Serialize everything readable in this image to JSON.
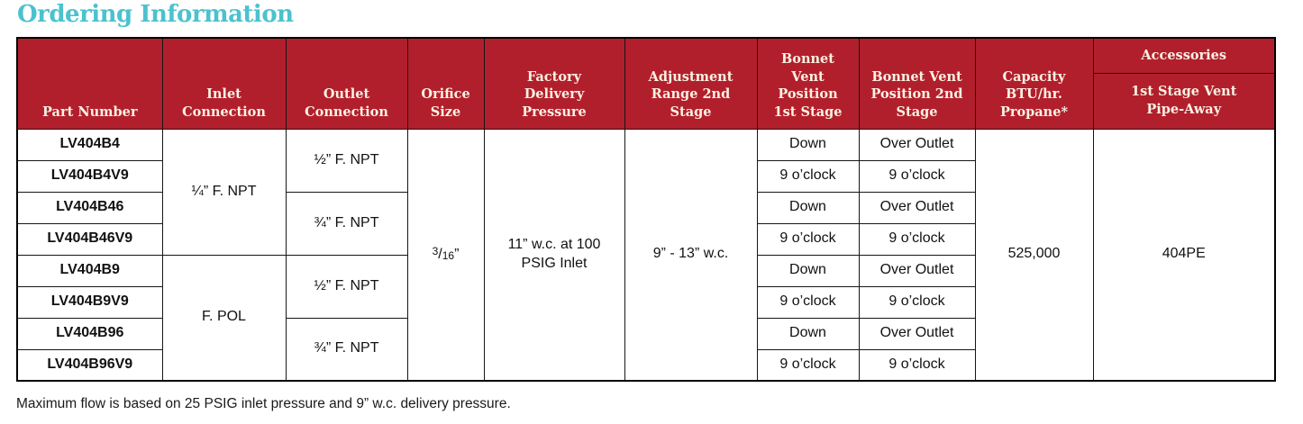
{
  "title": "Ordering Information",
  "footnote": "Maximum flow is based on 25 PSIG inlet pressure and 9” w.c. delivery pressure.",
  "colors": {
    "title_teal": "#4BC2CE",
    "header_red": "#B21F2C",
    "header_text_cream": "#FAF2E3",
    "part_number_blue": "#1373BA",
    "border_black": "#161616"
  },
  "table": {
    "headers": {
      "part_number": "Part Number",
      "inlet": "Inlet\nConnection",
      "outlet": "Outlet\nConnection",
      "orifice": "Orifice\nSize",
      "factory": "Factory\nDelivery\nPressure",
      "adjustment": "Adjustment\nRange 2nd\nStage",
      "bonnet1": "Bonnet\nVent\nPosition\n1st Stage",
      "bonnet2": "Bonnet Vent\nPosition 2nd\nStage",
      "capacity": "Capacity\nBTU/hr.\nPropane*",
      "accessories": "Accessories",
      "accessories_sub": "1st Stage Vent\nPipe-Away"
    },
    "part_numbers": [
      "LV404B4",
      "LV404B4V9",
      "LV404B46",
      "LV404B46V9",
      "LV404B9",
      "LV404B9V9",
      "LV404B96",
      "LV404B96V9"
    ],
    "inlet_groups": [
      {
        "label": "¼” F. NPT"
      },
      {
        "label": "F. POL"
      }
    ],
    "outlet_groups": [
      {
        "label": "½” F. NPT"
      },
      {
        "label": "¾” F. NPT"
      },
      {
        "label": "½” F. NPT"
      },
      {
        "label": "¾” F. NPT"
      }
    ],
    "orifice": {
      "numerator": "3",
      "slash": "/",
      "denominator": "16",
      "quote": "”"
    },
    "factory_delivery_pressure": "11” w.c. at 100\nPSIG Inlet",
    "adjustment_range": "9” - 13” w.c.",
    "bonnet_vent_1st": [
      "Down",
      "9 o’clock",
      "Down",
      "9 o’clock",
      "Down",
      "9 o’clock",
      "Down",
      "9 o’clock"
    ],
    "bonnet_vent_2nd": [
      "Over Outlet",
      "9 o’clock",
      "Over Outlet",
      "9 o’clock",
      "Over Outlet",
      "9 o’clock",
      "Over Outlet",
      "9 o’clock"
    ],
    "capacity_value": "525,000",
    "accessories_value": "404PE"
  }
}
